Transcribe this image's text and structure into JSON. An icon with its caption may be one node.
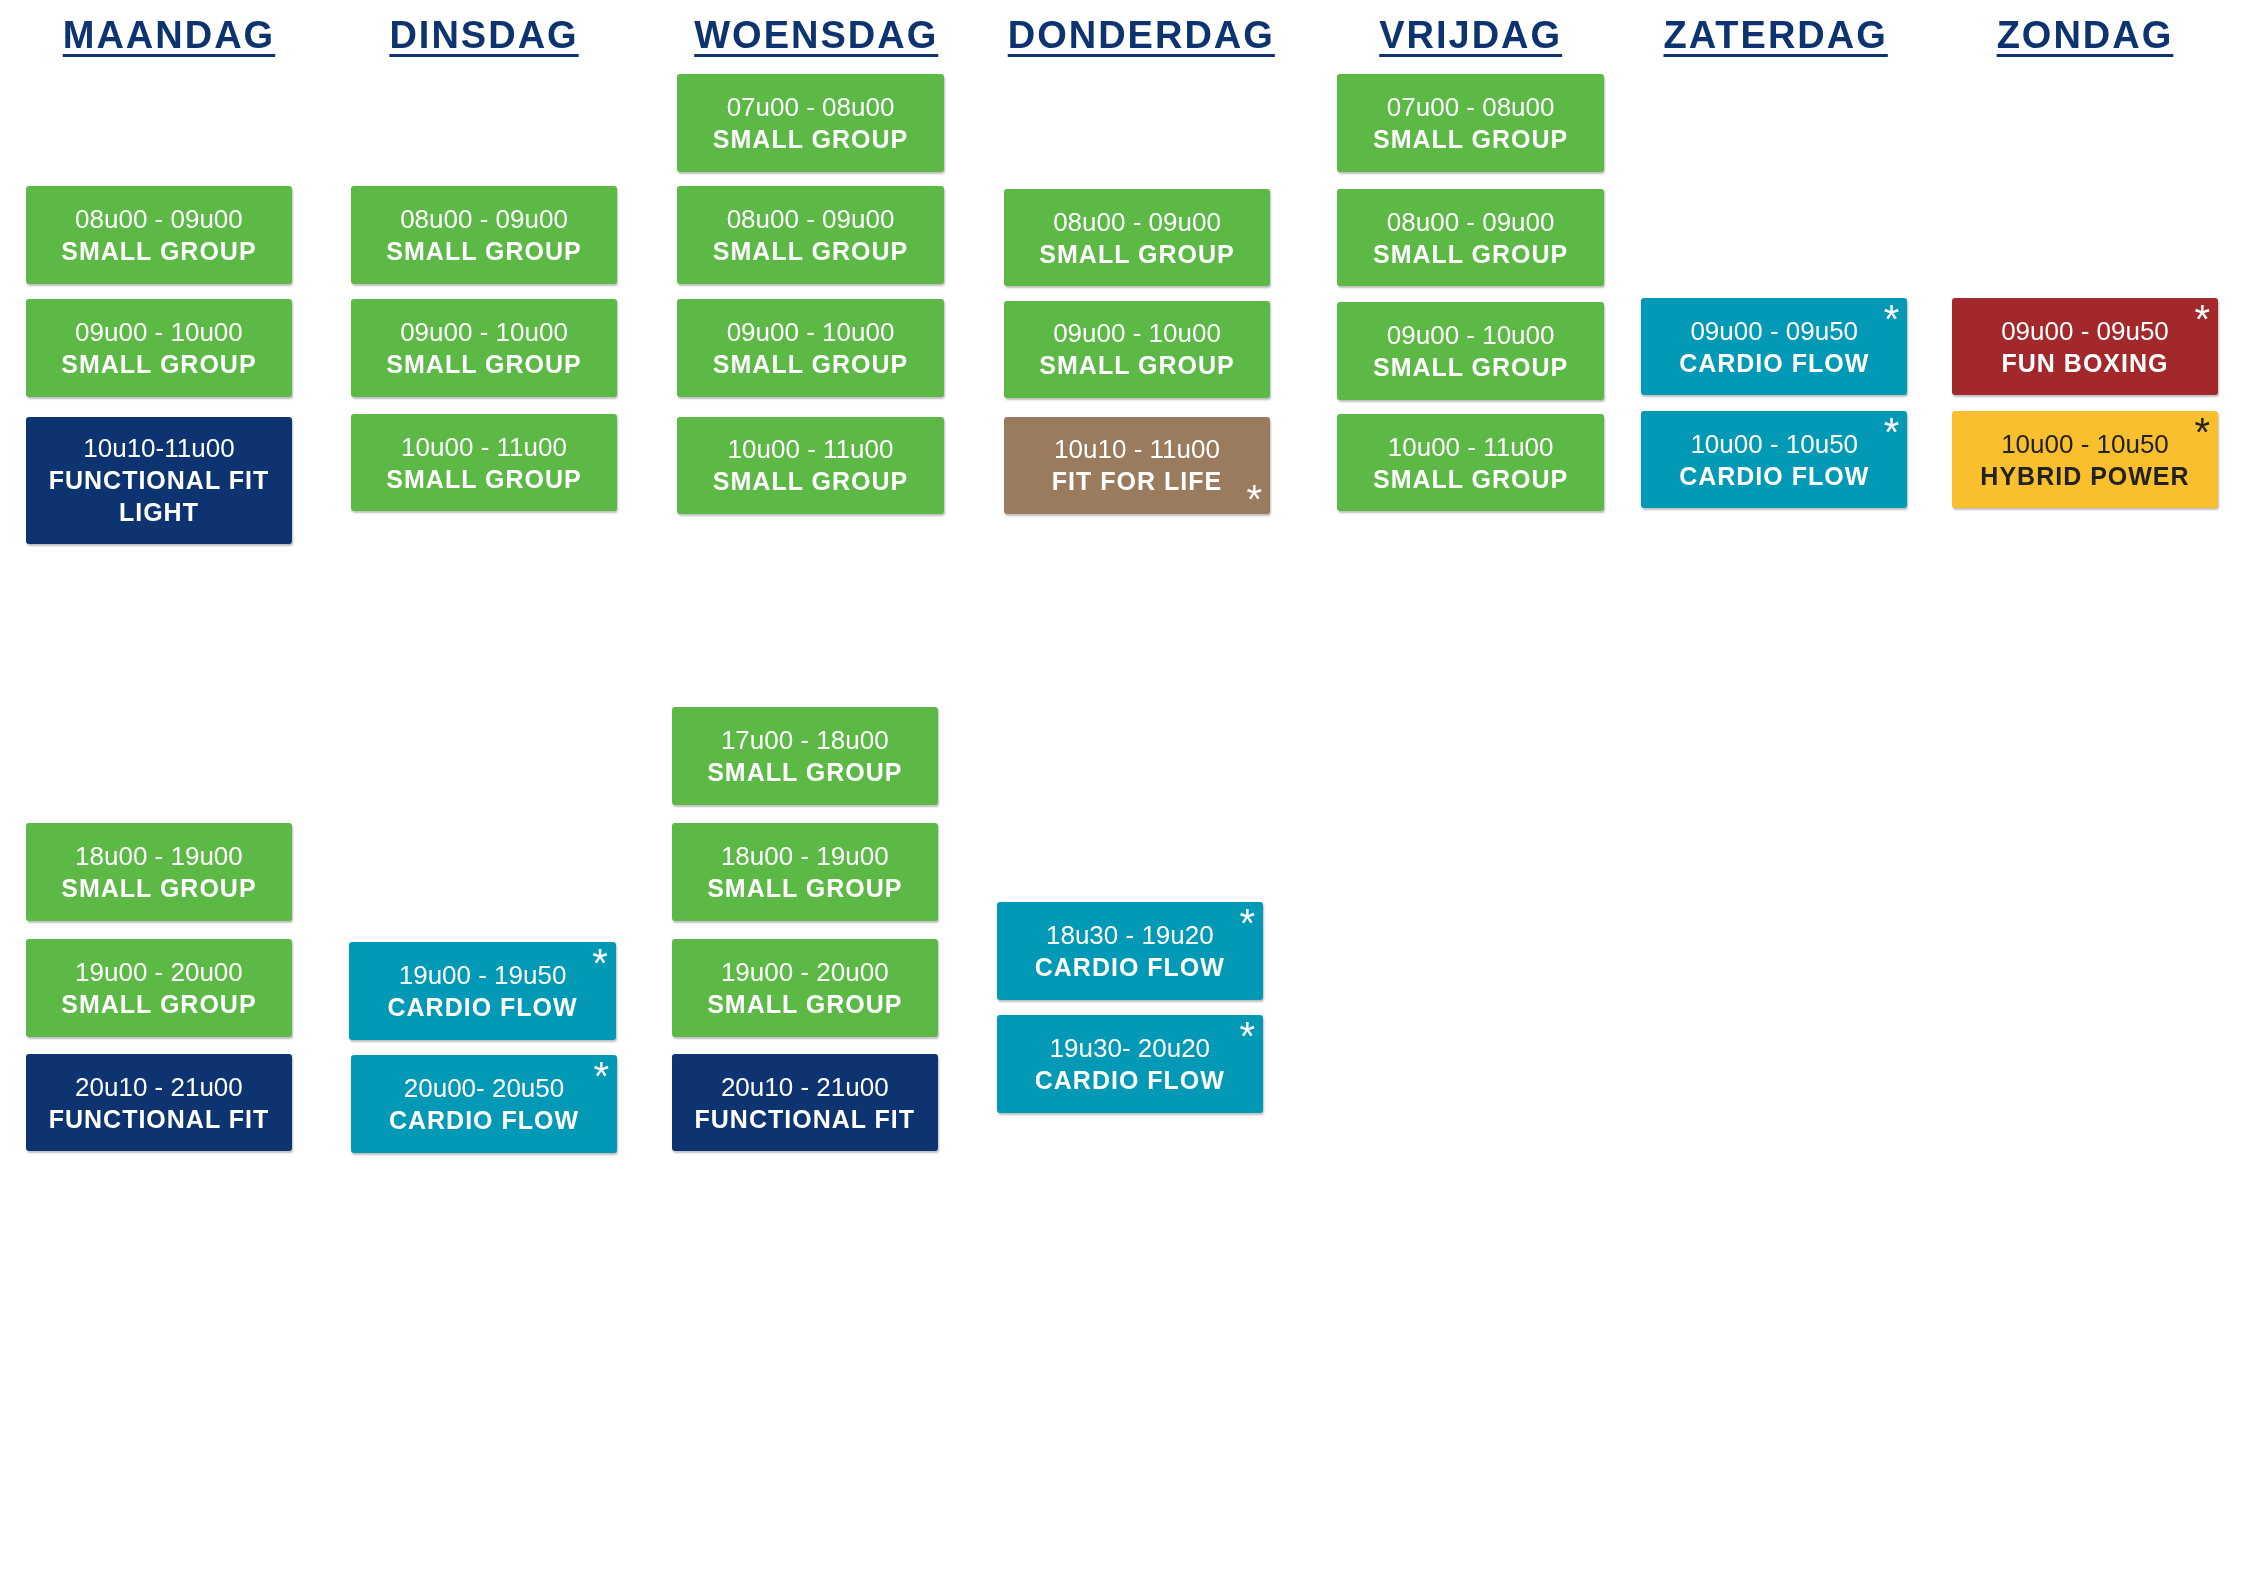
{
  "diagram": {
    "nodes": [
      {
        "text": [
          "08u00 - 09u00",
          "SMALL GROUP"
        ]
      },
      {
        "text": [
          "09u00 - 10u00",
          "SMALL GROUP"
        ]
      },
      {
        "text": [
          "10u10-11u00",
          "FUNCTIONAL FIT LIGHT"
        ]
      },
      {
        "text": [
          "18u00 - 19u00",
          "SMALL GROUP"
        ]
      },
      {
        "text": [
          "19u00 - 20u00",
          "SMALL GROUP"
        ]
      },
      {
        "text": [
          "20u10 - 21u00",
          "FUNCTIONAL FIT"
        ]
      },
      {
        "text": [
          "08u00 - 09u00",
          "SMALL GROUP"
        ]
      },
      {
        "text": [
          "09u00 - 10u00",
          "SMALL GROUP"
        ]
      },
      {
        "text": [
          "10u00 - 11u00",
          "SMALL GROUP"
        ]
      },
      {
        "text": [
          "19u00 - 19u50",
          "CARDIO FLOW",
          "*"
        ]
      },
      {
        "text": [
          "20u00- 20u50",
          "CARDIO FLOW",
          "*"
        ]
      },
      {
        "text": [
          "07u00 - 08u00",
          "SMALL GROUP"
        ]
      },
      {
        "text": [
          "08u00 - 09u00",
          "SMALL GROUP"
        ]
      },
      {
        "text": [
          "09u00 - 10u00",
          "SMALL GROUP"
        ]
      },
      {
        "text": [
          "10u00 - 11u00",
          "SMALL GROUP"
        ]
      },
      {
        "text": [
          "17u00 - 18u00",
          "SMALL GROUP"
        ]
      },
      {
        "text": [
          "18u00 - 19u00",
          "SMALL GROUP"
        ]
      },
      {
        "text": [
          "19u00 - 20u00",
          "SMALL GROUP"
        ]
      },
      {
        "text": [
          "20u10 - 21u00",
          "FUNCTIONAL FIT"
        ]
      },
      {
        "text": [
          "08u00 - 09u00",
          "SMALL GROUP"
        ]
      },
      {
        "text": [
          "09u00 - 10u00",
          "SMALL GROUP"
        ]
      },
      {
        "text": [
          "10u10 - 11u00",
          "FIT FOR LIFE",
          "*"
        ]
      },
      {
        "text": [
          "18u30 - 19u20",
          "CARDIO FLOW",
          "*"
        ]
      },
      {
        "text": [
          "19u30- 20u20",
          "CARDIO FLOW",
          "*"
        ]
      },
      {
        "text": [
          "07u00 - 08u00",
          "SMALL GROUP"
        ]
      },
      {
        "text": [
          "08u00 - 09u00",
          "SMALL GROUP"
        ]
      },
      {
        "text": [
          "09u00 - 10u00",
          "SMALL GROUP"
        ]
      },
      {
        "text": [
          "10u00 - 11u00",
          "SMALL GROUP"
        ]
      },
      {
        "text": [
          "09u00 - 09u50",
          "CARDIO FLOW",
          "*"
        ]
      },
      {
        "text": [
          "10u00 - 10u50",
          "CARDIO FLOW",
          "*"
        ]
      },
      {
        "text": [
          "09u00 - 09u50",
          "FUN BOXING",
          "*"
        ]
      },
      {
        "text": [
          "10u00 - 10u50",
          "HYBRID POWER",
          "*"
        ]
      }
    ],
    "edges": [],
    "labels": [
      "MAANDAG",
      "DINSDAG",
      "WOENSDAG",
      "DONDERDAG",
      "VRIJDAG",
      "ZATERDAG",
      "ZONDAG"
    ]
  }
}
